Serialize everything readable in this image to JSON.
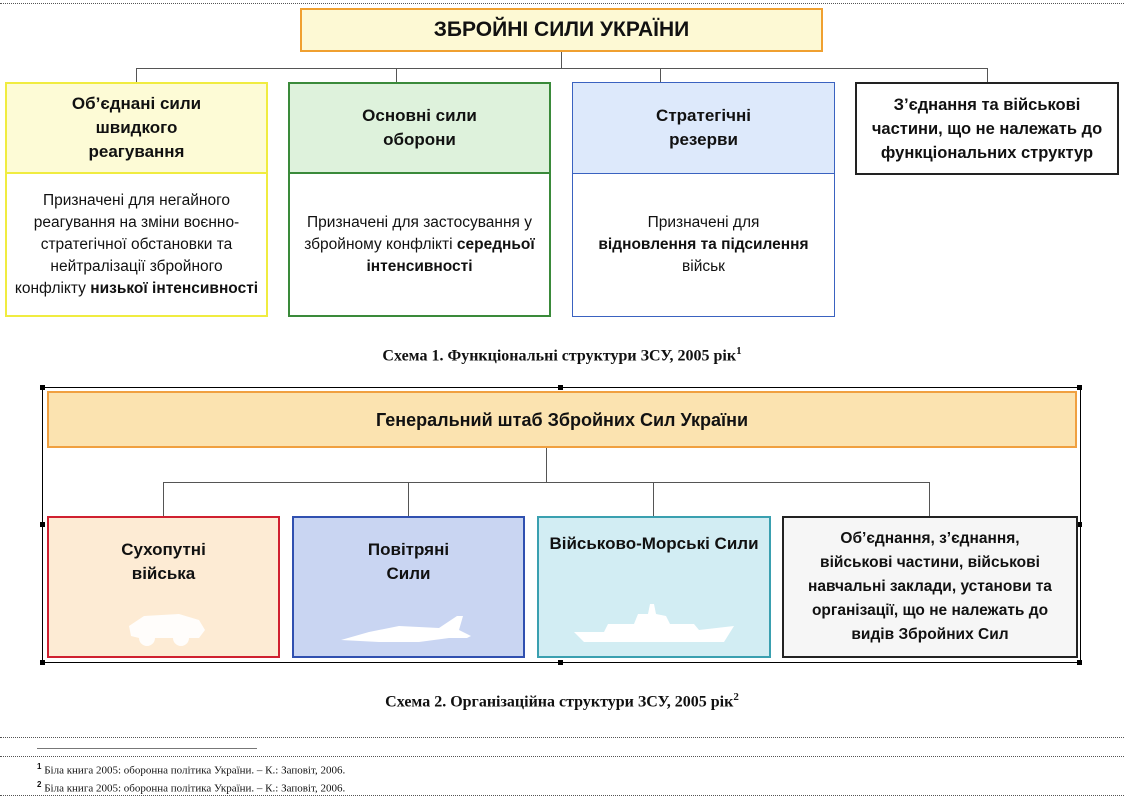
{
  "scheme1": {
    "root": "ЗБРОЙНІ СИЛИ УКРАЇНИ",
    "boxes": [
      {
        "title": "Об’єднані сили швидкого реагування",
        "desc": "Призначені для негайного реагування на зміни воєнно-стратегічної обстановки та нейтралізації збройного конфлікту",
        "desc_bold": "низької інтенсивності",
        "border": "#e8e030",
        "fill": "#fdfbd6"
      },
      {
        "title": "Основні сили оборони",
        "desc": "Призначені для застосування у збройному конфлікті",
        "desc_bold": "середньої інтенсивності",
        "border": "#3a8a3a",
        "fill": "#def2dc"
      },
      {
        "title": "Стратегічні резерви",
        "desc_pre": "Призначені для",
        "desc_bold": "відновлення та підсилення",
        "desc_post": "військ",
        "border": "#3a62c0",
        "fill": "#dde9fb"
      },
      {
        "title": "З’єднання та військові частини, що не належать до функціональних структур"
      }
    ],
    "caption": "Схема 1. Функціональні структури ЗСУ, 2005 рік",
    "caption_ref": "1"
  },
  "scheme2": {
    "root": "Генеральний штаб Збройних Сил України",
    "boxes": [
      {
        "title": "Сухопутні війська",
        "icon": "armored-vehicle",
        "border": "#d02030",
        "fill": "#fdebd4"
      },
      {
        "title": "Повітряні Сили",
        "icon": "fighter-jet",
        "border": "#3050b0",
        "fill": "#c9d5f2"
      },
      {
        "title": "Військово-Морські Сили",
        "icon": "warship",
        "border": "#3aa0b0",
        "fill": "#d2edf3"
      },
      {
        "title": "Об’єднання, з’єднання, військові частини, військові навчальні заклади, установи та організації, що не належать до видів Збройних Сил"
      }
    ],
    "caption": "Схема 2. Організаційна структури ЗСУ, 2005 рік",
    "caption_ref": "2"
  },
  "footnotes": [
    {
      "ref": "1",
      "text": "Біла книга 2005: оборонна політика України. – К.: Заповіт, 2006."
    },
    {
      "ref": "2",
      "text": "Біла книга 2005: оборонна політика України. – К.: Заповіт, 2006."
    }
  ]
}
